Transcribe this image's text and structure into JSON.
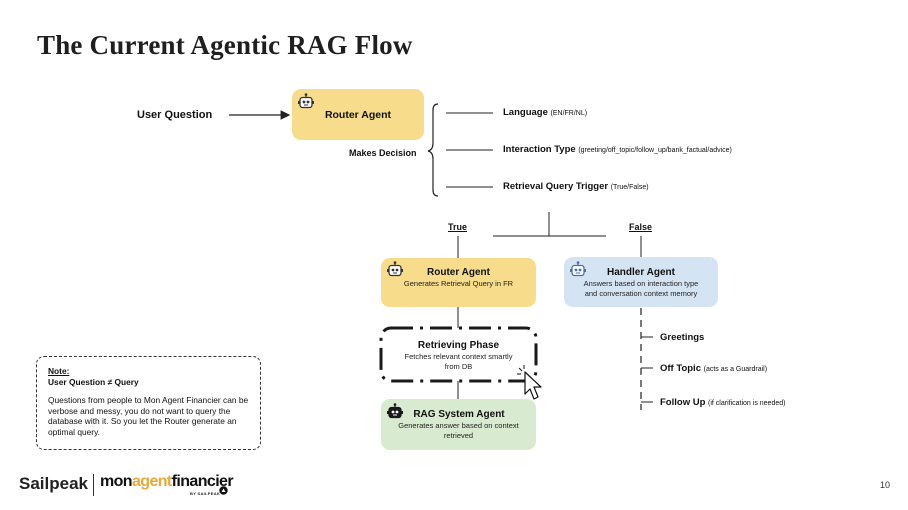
{
  "title": "The Current Agentic RAG Flow",
  "user_question": "User Question",
  "router_top": {
    "title": "Router Agent"
  },
  "makes_decision": "Makes Decision",
  "decisions": [
    {
      "label": "Language",
      "detail": "(EN/FR/NL)"
    },
    {
      "label": "Interaction Type",
      "detail": "(greeting/off_topic/follow_up/bank_factual/advice)"
    },
    {
      "label": "Retrieval Query Trigger",
      "detail": "(True/False)"
    }
  ],
  "branch_true": "True",
  "branch_false": "False",
  "router_mid": {
    "title": "Router Agent",
    "desc": "Generates Retrieval Query in FR"
  },
  "handler": {
    "title": "Handler Agent",
    "desc1": "Answers based on interaction type",
    "desc2": "and conversation context memory"
  },
  "retrieving": {
    "title": "Retrieving Phase",
    "desc1": "Fetches relevant context smartly",
    "desc2": "from DB"
  },
  "rag": {
    "title": "RAG System Agent",
    "desc1": "Generates answer based on context",
    "desc2": "retrieved"
  },
  "handler_outputs": [
    {
      "label": "Greetings",
      "detail": ""
    },
    {
      "label": "Off Topic",
      "detail": "(acts as a Guardrail)"
    },
    {
      "label": "Follow Up",
      "detail": "(if clarification is needed)"
    }
  ],
  "note": {
    "title": "Note:",
    "subtitle": "User Question ≠ Query",
    "body": "Questions from people to Mon Agent Financier can be verbose and messy, you do not want to query the database with it. So you let the Router generate an optimal query."
  },
  "footer": {
    "brand": "Sailpeak",
    "logo_a": "mon",
    "logo_b": "agent",
    "logo_c": "financier",
    "logo_sub": "BY SAILPEAK",
    "page": "10"
  },
  "colors": {
    "router": "#f7dc8c",
    "handler": "#d5e4f3",
    "rag": "#d8ebd0",
    "logo_accent": "#e8a93a"
  },
  "icons": [
    "robot-icon",
    "cursor-pointer-icon",
    "sailpeak-logo-icon"
  ]
}
